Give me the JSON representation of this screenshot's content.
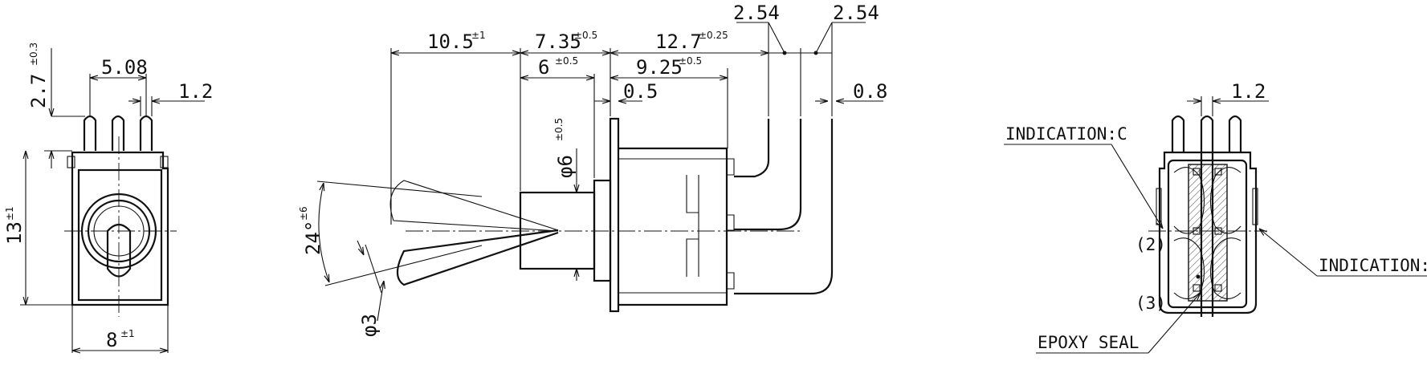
{
  "front_view": {
    "dim_height_top": "2.7",
    "tol_height_top": "±0.3",
    "dim_pin_pitch": "5.08",
    "dim_pin_width": "1.2",
    "dim_height": "13",
    "tol_height": "±1",
    "dim_width": "8",
    "tol_width": "±1"
  },
  "side_view": {
    "dim_lever": "10.5",
    "tol_lever": "±1",
    "dim_bushing": "7.35",
    "tol_bushing": "±0.5",
    "dim_body": "12.7",
    "tol_body": "±0.25",
    "dim_pitch_a": "2.54",
    "dim_pitch_b": "2.54",
    "dim_bushing_inner": "6",
    "tol_bushing_inner": "±0.5",
    "dim_body_inner": "9.25",
    "tol_body_inner": "±0.5",
    "dim_plate": "0.5",
    "dim_pin_thk": "0.8",
    "dim_bush_dia": "φ6",
    "tol_bush_dia": "±0.5",
    "dim_angle": "24°",
    "tol_angle": "±6",
    "dim_tip_dia": "φ3"
  },
  "rear_view": {
    "dim_pin_width": "1.2",
    "label_c": "INDICATION:C",
    "label_d": "INDICATION:D",
    "label_2": "(2)",
    "label_3": "(3)",
    "label_epoxy": "EPOXY SEAL"
  }
}
